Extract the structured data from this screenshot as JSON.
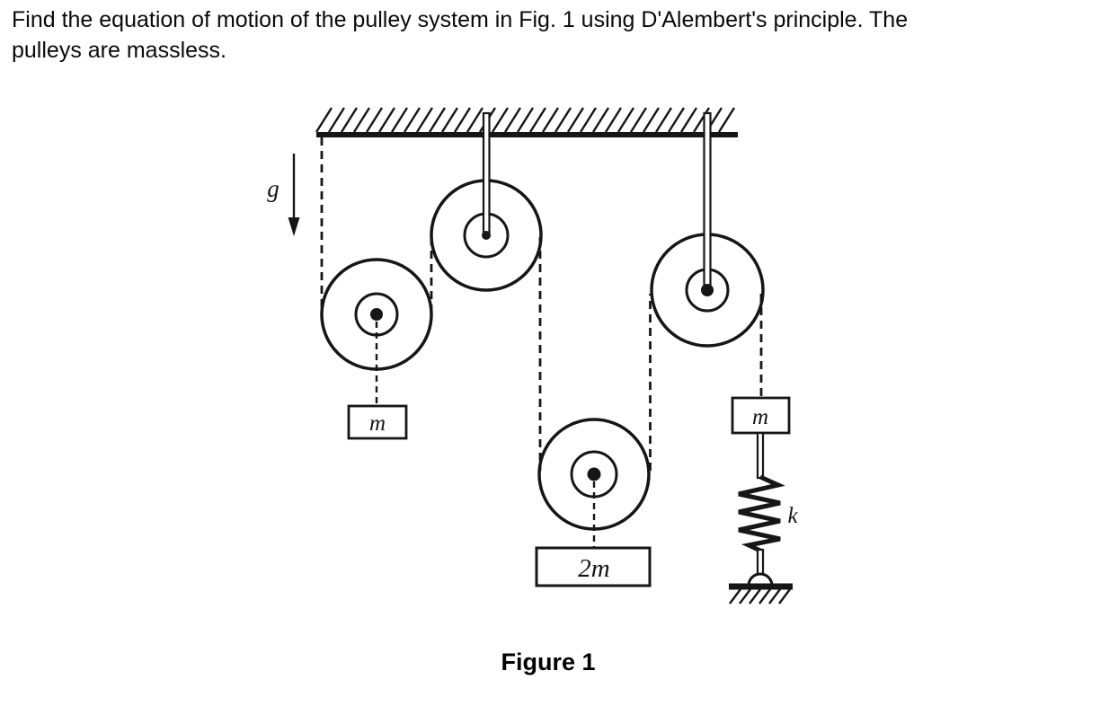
{
  "problem": {
    "statement": "Find the equation of motion of the pulley system in Fig. 1 using D'Alembert's principle. The pulleys are massless.",
    "statement_line1": "Find the equation of motion of the pulley system in Fig. 1 using D'Alembert's principle. The",
    "statement_line2": "pulleys are massless."
  },
  "figure": {
    "caption": "Figure 1",
    "labels": {
      "gravity": "g",
      "mass_left": "m",
      "mass_center": "2m",
      "mass_right": "m",
      "spring": "k"
    }
  },
  "colors": {
    "ink": "#161616",
    "background": "#ffffff"
  }
}
